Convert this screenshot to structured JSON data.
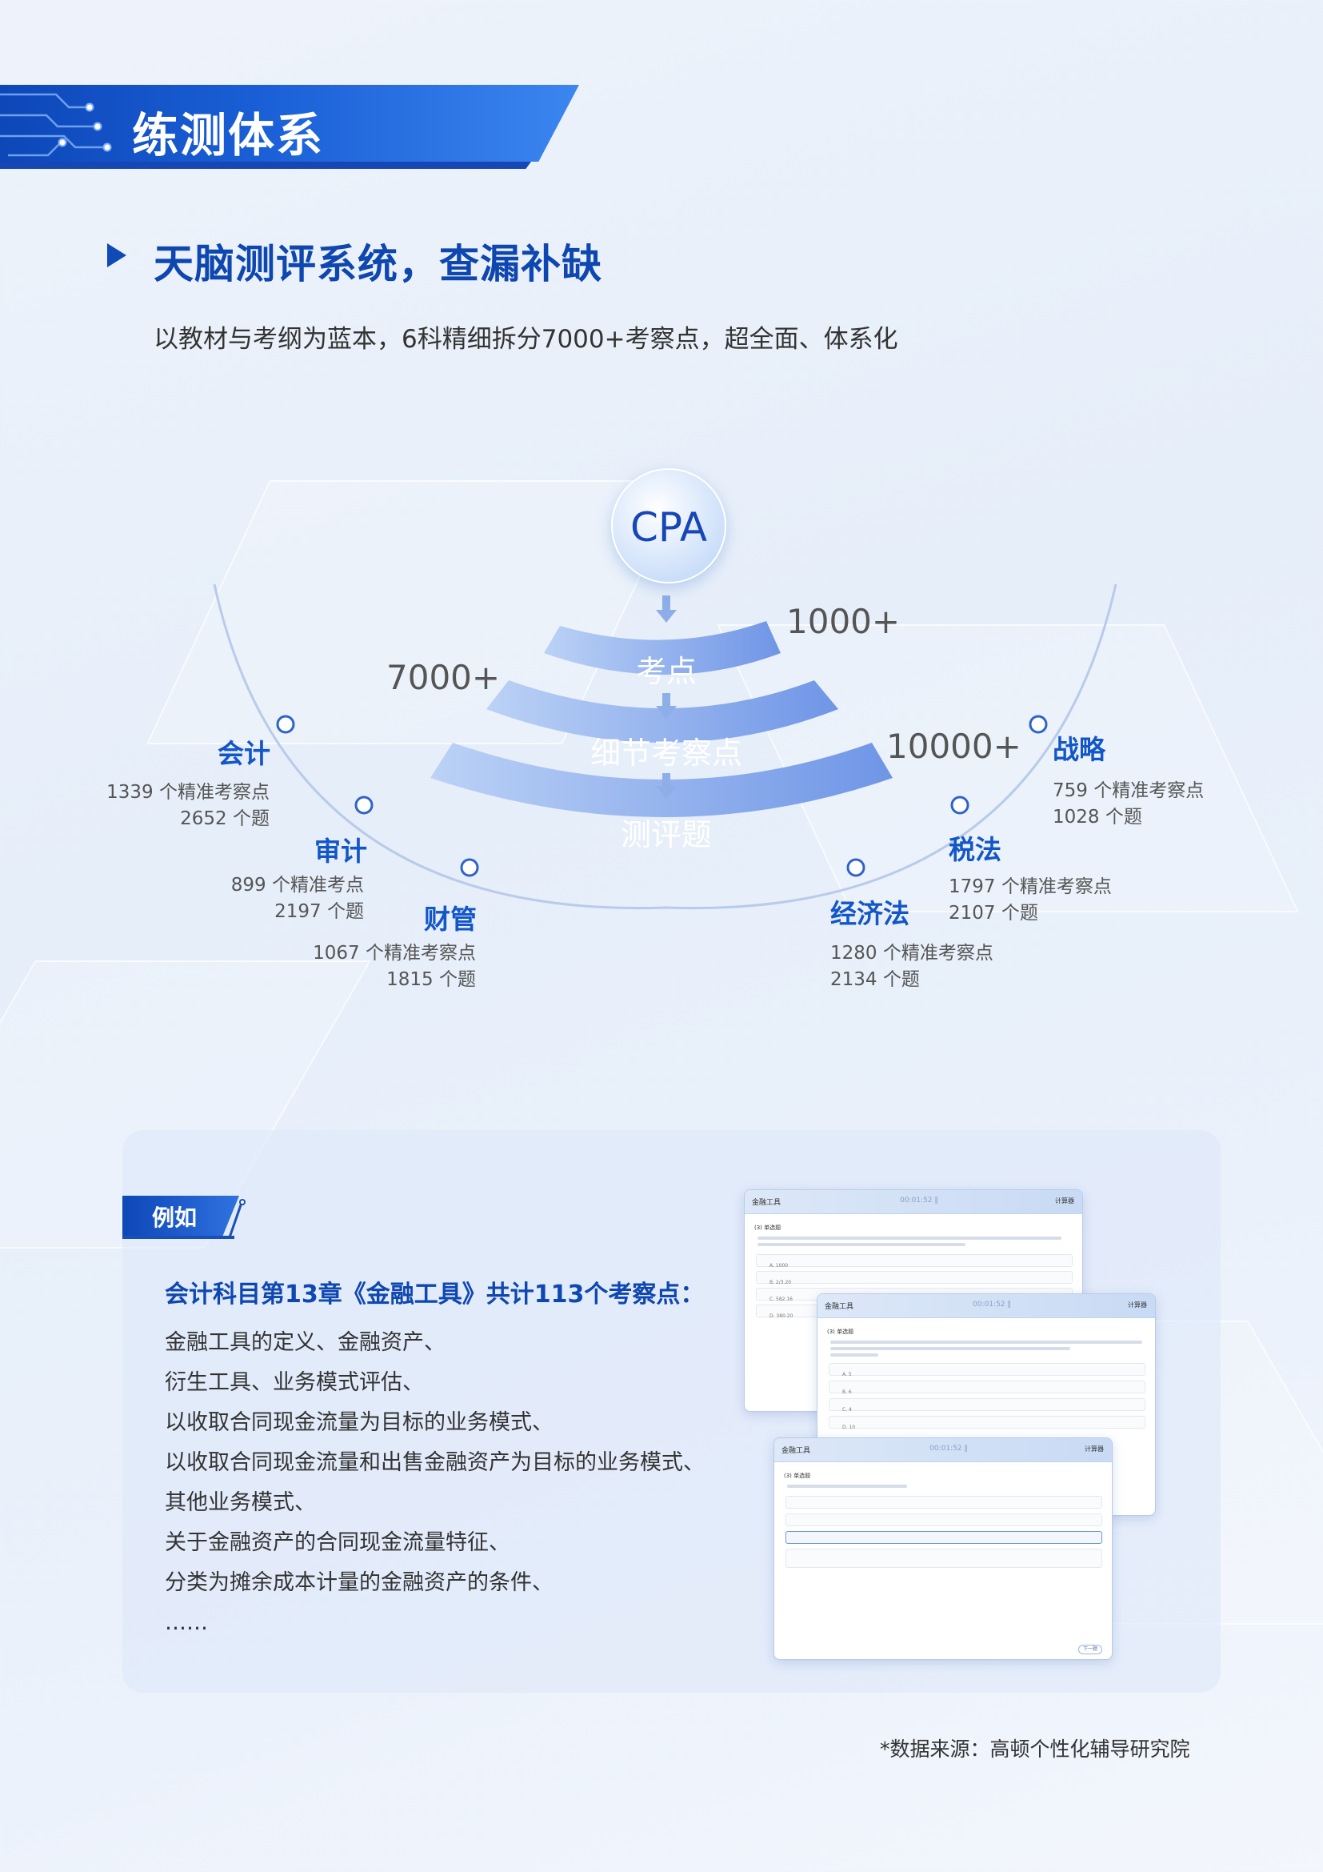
{
  "banner": {
    "title": "练测体系"
  },
  "section": {
    "title": "天脑测评系统，查漏补缺",
    "intro": "以教材与考纲为蓝本，6科精细拆分7000+考察点，超全面、体系化"
  },
  "funnel": {
    "center": "CPA",
    "layers": [
      "考点",
      "细节考察点",
      "测评题"
    ],
    "counts": [
      "1000+",
      "7000+",
      "10000+"
    ]
  },
  "subjects": [
    {
      "name": "会计",
      "points": "1339 个精准考察点",
      "questions": "2652 个题"
    },
    {
      "name": "审计",
      "points": "899 个精准考点",
      "questions": "2197 个题"
    },
    {
      "name": "财管",
      "points": "1067 个精准考察点",
      "questions": "1815 个题"
    },
    {
      "name": "经济法",
      "points": "1280 个精准考察点",
      "questions": "2134 个题"
    },
    {
      "name": "税法",
      "points": "1797 个精准考察点",
      "questions": "2107 个题"
    },
    {
      "name": "战略",
      "points": "759 个精准考察点",
      "questions": "1028 个题"
    }
  ],
  "example": {
    "tag": "例如",
    "heading": "会计科目第13章《金融工具》共计113个考察点：",
    "items": [
      "金融工具的定义、金融资产、",
      "衍生工具、业务模式评估、",
      "以收取合同现金流量为目标的业务模式、",
      "以收取合同现金流量和出售金融资产为目标的业务模式、",
      "其他业务模式、",
      "关于金融资产的合同现金流量特征、",
      "分类为摊余成本计量的金融资产的条件、",
      "……"
    ]
  },
  "screens": [
    {
      "title": "金融工具",
      "timer": "00:01:52 ‖",
      "calc": "计算器",
      "section": "(3) 单选题",
      "options": [
        "A. 1000",
        "B. 2/3.20",
        "C. 582.16",
        "D. 380.20"
      ]
    },
    {
      "title": "金融工具",
      "timer": "00:01:52 ‖",
      "calc": "计算器",
      "section": "(3) 单选题",
      "options": [
        "A. 5",
        "B. 6",
        "C. 4",
        "D. 10"
      ]
    },
    {
      "title": "金融工具",
      "timer": "00:01:52 ‖",
      "calc": "计算器",
      "section": "(3) 单选题",
      "next": "下一题"
    }
  ],
  "source": "*数据来源：高顿个性化辅导研究院",
  "colors": {
    "primary": "#0f47b0",
    "accent": "#1256c8",
    "background": "#e9f0fa"
  }
}
